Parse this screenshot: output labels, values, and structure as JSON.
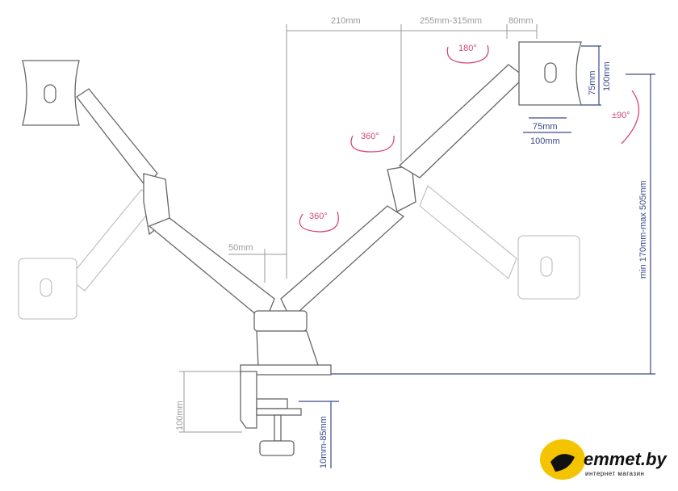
{
  "dimensions": {
    "arm_inner": "210mm",
    "arm_outer": "255mm-315mm",
    "head": "80mm",
    "vesa_h_small": "75mm",
    "vesa_h_large": "100mm",
    "vesa_v_small": "75mm",
    "vesa_v_large": "100mm",
    "height_range": "min 170mm-max 505mm",
    "pole_offset": "50mm",
    "clamp_height": "100mm",
    "desk_thickness": "10mm-85mm"
  },
  "rotations": {
    "head_rotate": "180°",
    "arm_upper": "360°",
    "arm_lower": "360°",
    "tilt": "±90°"
  },
  "logo": {
    "name": "emmet.by",
    "tagline": "интернет магазин",
    "accent": "#f5c400"
  },
  "colors": {
    "dimension_gray": "#9a9a9a",
    "dimension_blue": "#3a4a8a",
    "rotation_pink": "#d6477e"
  }
}
